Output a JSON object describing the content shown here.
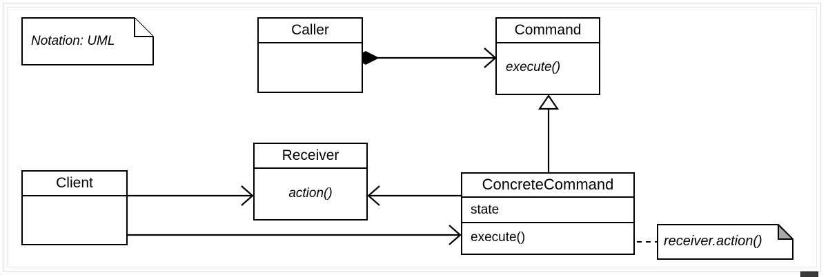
{
  "diagram": {
    "notation_note": {
      "text": "Notation: UML",
      "corner": "folded-corner-white"
    },
    "classes": [
      {
        "id": "caller",
        "name": "Caller",
        "compartments": []
      },
      {
        "id": "command",
        "name": "Command",
        "compartments": [
          "execute()"
        ]
      },
      {
        "id": "client",
        "name": "Client",
        "compartments": []
      },
      {
        "id": "receiver",
        "name": "Receiver",
        "compartments": [
          "action()"
        ]
      },
      {
        "id": "concrete-command",
        "name": "ConcreteCommand",
        "compartments": [
          "state",
          "execute()"
        ]
      }
    ],
    "notes": [
      {
        "id": "implementation-note",
        "text": "receiver.action()",
        "corner": "folded-corner-gray"
      }
    ],
    "relationships": [
      {
        "from": "Caller",
        "to": "Command",
        "type": "composition",
        "source_marker": "filled-diamond",
        "target_marker": "open-arrow"
      },
      {
        "from": "ConcreteCommand",
        "to": "Command",
        "type": "generalization",
        "target_marker": "hollow-triangle"
      },
      {
        "from": "Client",
        "to": "Receiver",
        "type": "association",
        "target_marker": "open-arrow"
      },
      {
        "from": "ConcreteCommand",
        "to": "Receiver",
        "type": "association",
        "target_marker": "open-arrow"
      },
      {
        "from": "Client",
        "to": "ConcreteCommand",
        "type": "association",
        "target_marker": "open-arrow"
      },
      {
        "from": "ConcreteCommand.execute()",
        "to": "receiver.action()",
        "type": "note-anchor",
        "source_marker": "hollow-circle",
        "line_style": "dashed"
      }
    ],
    "colors": {
      "stroke": "#000000",
      "fill": "#ffffff",
      "note_corner_fill": "#a8a8a8",
      "frame": "#d8dade",
      "background": "#ffffff"
    }
  }
}
